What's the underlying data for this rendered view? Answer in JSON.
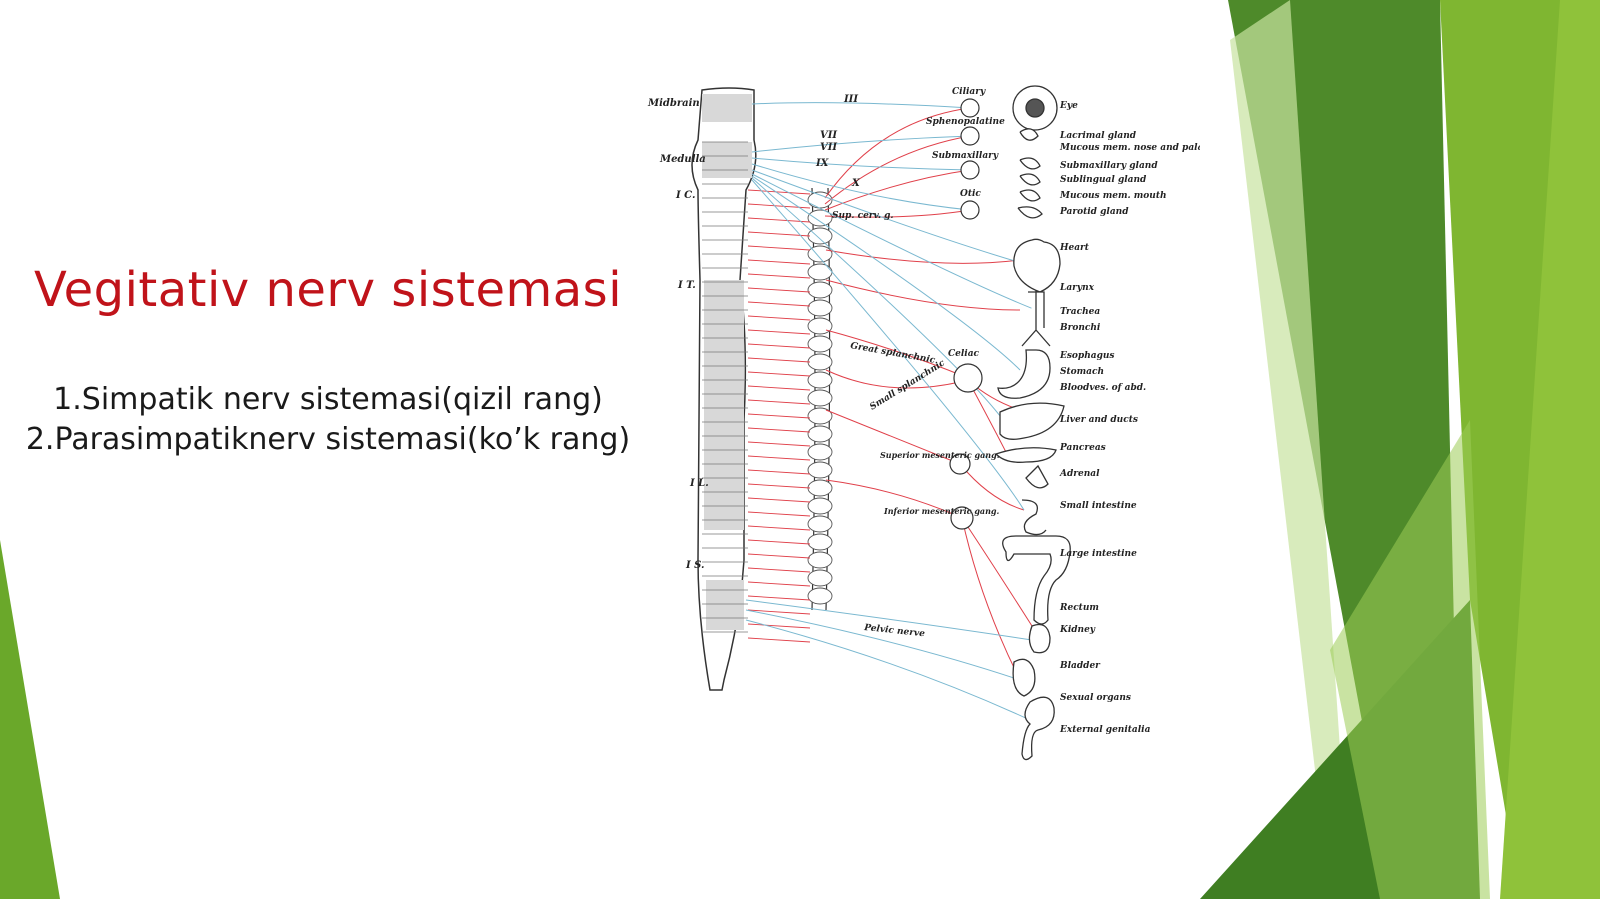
{
  "slide": {
    "title": "Vegitativ nerv sistemasi",
    "items": [
      "1.Simpatik nerv sistemasi(qizil rang)",
      "2.Parasimpatiknerv sistemasi(ko’k rang)"
    ]
  },
  "colors": {
    "title": "#c0131a",
    "sympathetic": "#e0404a",
    "parasympathetic": "#7ab8d0",
    "green_dark": "#3e7d1f",
    "green_mid": "#6aa82a",
    "green_light": "#8fc23a"
  },
  "diagram": {
    "cord_labels": {
      "midbrain": "Midbrain",
      "medulla": "Medulla",
      "c1": "I C.",
      "t1": "I T.",
      "l1": "I L.",
      "s1": "I S."
    },
    "cranial_nerves": [
      "III",
      "VII",
      "VII",
      "IX",
      "X"
    ],
    "ganglia": [
      {
        "name": "Ciliary"
      },
      {
        "name": "Sphenopalatine"
      },
      {
        "name": "Submaxillary"
      },
      {
        "name": "Otic"
      },
      {
        "name": "Sup. cerv. g."
      },
      {
        "name": "Great splanchnic"
      },
      {
        "name": "Small splanchnic"
      },
      {
        "name": "Celiac"
      },
      {
        "name": "Superior mesenteric gang."
      },
      {
        "name": "Inferior mesenteric gang."
      },
      {
        "name": "Pelvic nerve"
      }
    ],
    "organs": [
      "Eye",
      "Lacrimal gland",
      "Mucous mem. nose and palate",
      "Submaxillary gland",
      "Sublingual gland",
      "Mucous mem. mouth",
      "Parotid gland",
      "Heart",
      "Larynx",
      "Trachea",
      "Bronchi",
      "Esophagus",
      "Stomach",
      "Bloodves. of abd.",
      "Liver and ducts",
      "Pancreas",
      "Adrenal",
      "Small intestine",
      "Large intestine",
      "Rectum",
      "Kidney",
      "Bladder",
      "Sexual organs",
      "External genitalia"
    ]
  }
}
